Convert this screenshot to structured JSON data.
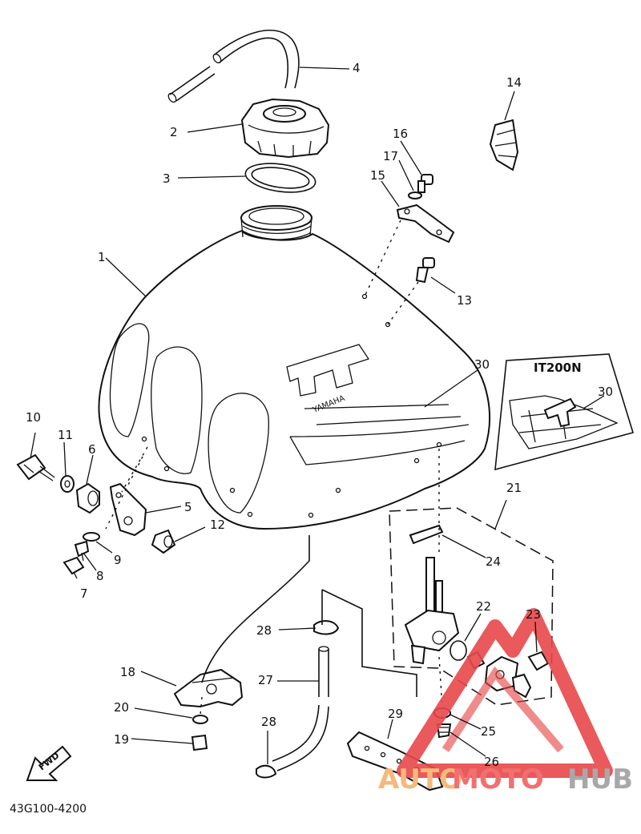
{
  "diagram": {
    "callouts": [
      {
        "id": "1",
        "label": "1"
      },
      {
        "id": "2",
        "label": "2"
      },
      {
        "id": "3",
        "label": "3"
      },
      {
        "id": "4",
        "label": "4"
      },
      {
        "id": "5",
        "label": "5"
      },
      {
        "id": "6",
        "label": "6"
      },
      {
        "id": "7",
        "label": "7"
      },
      {
        "id": "8",
        "label": "8"
      },
      {
        "id": "9",
        "label": "9"
      },
      {
        "id": "10",
        "label": "10"
      },
      {
        "id": "11",
        "label": "11"
      },
      {
        "id": "12",
        "label": "12"
      },
      {
        "id": "13",
        "label": "13"
      },
      {
        "id": "14",
        "label": "14"
      },
      {
        "id": "15",
        "label": "15"
      },
      {
        "id": "16",
        "label": "16"
      },
      {
        "id": "17",
        "label": "17"
      },
      {
        "id": "18",
        "label": "18"
      },
      {
        "id": "19",
        "label": "19"
      },
      {
        "id": "20",
        "label": "20"
      },
      {
        "id": "21",
        "label": "21"
      },
      {
        "id": "22",
        "label": "22"
      },
      {
        "id": "23",
        "label": "23"
      },
      {
        "id": "24",
        "label": "24"
      },
      {
        "id": "25",
        "label": "25"
      },
      {
        "id": "26",
        "label": "26"
      },
      {
        "id": "27",
        "label": "27"
      },
      {
        "id": "28a",
        "label": "28"
      },
      {
        "id": "28b",
        "label": "28"
      },
      {
        "id": "29",
        "label": "29"
      },
      {
        "id": "30",
        "label": "30"
      },
      {
        "id": "30b",
        "label": "30"
      }
    ],
    "inset_title": "IT200N",
    "tank_emblem": "YAMAHA",
    "fwd_label": "FWD",
    "part_code": "43G100-4200",
    "watermark": {
      "brand_auto": "AUTO",
      "brand_moto": "MOTO",
      "brand_hub": "HUB",
      "color_auto": "#f5b97a",
      "color_moto": "#f07070",
      "color_hub": "#a8a8a8",
      "logo_color": "#e8484a"
    }
  }
}
